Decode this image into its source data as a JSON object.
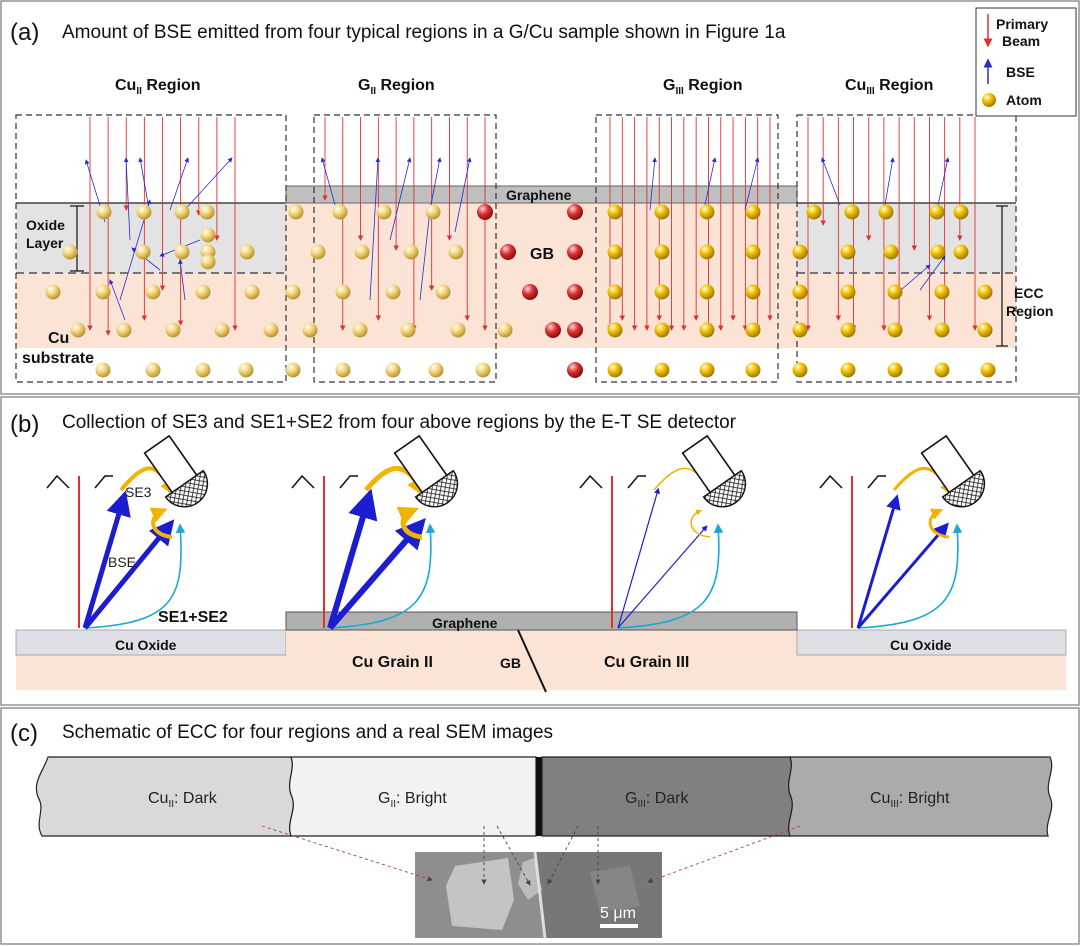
{
  "panel_a": {
    "letter": "(a)",
    "title": "Amount of BSE emitted from four typical regions in a G/Cu sample shown in Figure 1a",
    "regions": [
      {
        "main": "Cu",
        "sub": "II",
        "suffix": " Region"
      },
      {
        "main": "G",
        "sub": "II",
        "suffix": " Region"
      },
      {
        "main": "G",
        "sub": "III",
        "suffix": " Region"
      },
      {
        "main": "Cu",
        "sub": "III",
        "suffix": " Region"
      }
    ],
    "graphene": "Graphene",
    "gb": "GB",
    "oxide_line1": "Oxide",
    "oxide_line2": "Layer",
    "cu_line1": "Cu",
    "cu_line2": "substrate",
    "ecc_line1": "ECC",
    "ecc_line2": "Region",
    "legend": {
      "primary_line1": "Primary",
      "primary_line2": "Beam",
      "bse": "BSE",
      "atom": "Atom"
    }
  },
  "panel_b": {
    "letter": "(b)",
    "title": "Collection of SE3 and SE1+SE2 from four above regions by the E-T SE detector",
    "se3": "SE3",
    "bse": "BSE",
    "se12": "SE1+SE2",
    "graphene": "Graphene",
    "cu_oxide_left": "Cu Oxide",
    "cu_oxide_right": "Cu Oxide",
    "grain_2": "Cu Grain II",
    "grain_3": "Cu Grain III",
    "gb": "GB"
  },
  "panel_c": {
    "letter": "(c)",
    "title": "Schematic of ECC for four regions and a real SEM images",
    "strips": [
      {
        "main": "Cu",
        "sub": "II",
        "suffix": ": Dark",
        "color": "#d9d9d9"
      },
      {
        "main": "G",
        "sub": "II",
        "suffix": ": Bright",
        "color": "#f2f2f2"
      },
      {
        "main": "G",
        "sub": "III",
        "suffix": ": Dark",
        "color": "#808080"
      },
      {
        "main": "Cu",
        "sub": "III",
        "suffix": ": Bright",
        "color": "#ababab"
      }
    ],
    "scale": "5 μm"
  },
  "colors": {
    "primary_beam": "#e03030",
    "bse": "#2a2ad0",
    "se3": "#f0b400",
    "se12": "#1aa8d8",
    "atom_cu": "#f2c200",
    "atom_gb": "#d83030",
    "substrate": "#fbe3d6",
    "oxide": "#dfe0e6",
    "graphene": "#bfbfbf"
  }
}
